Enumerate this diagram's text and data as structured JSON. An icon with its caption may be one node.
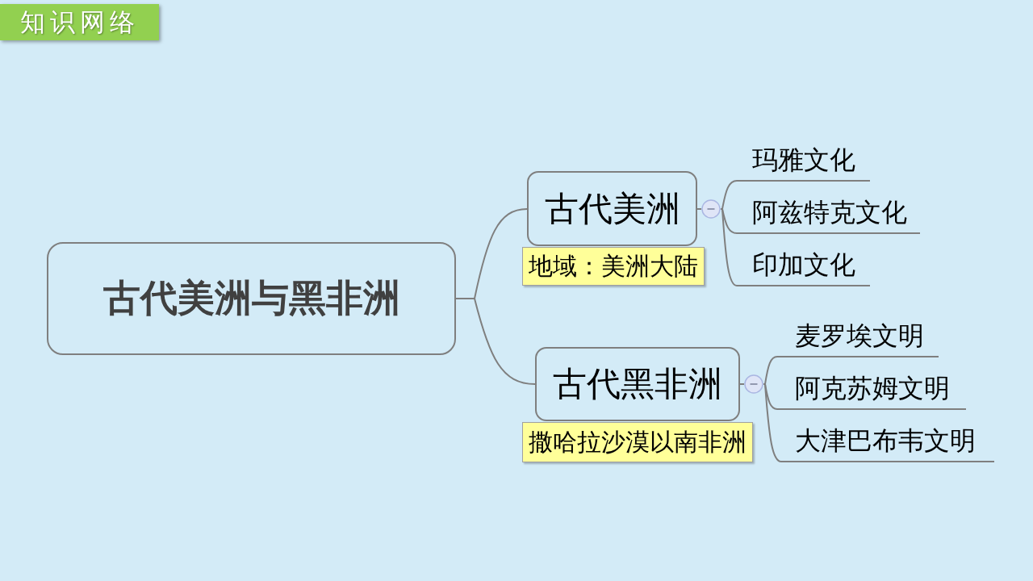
{
  "diagram": {
    "title": "知识网络",
    "nodes": [
      {
        "text": [
          "古代美洲与黑非洲"
        ]
      },
      {
        "text": [
          "古代美洲"
        ],
        "beside": [
          "地域：美洲大陆"
        ]
      },
      {
        "text": [],
        "shape": "circle"
      },
      {
        "text": [
          "玛雅文化"
        ]
      },
      {
        "text": [
          "阿兹特克文化"
        ]
      },
      {
        "text": [
          "印加文化"
        ]
      },
      {
        "text": [
          "古代黑非洲"
        ],
        "beside": [
          "撒哈拉沙漠以南非洲"
        ]
      },
      {
        "text": [],
        "shape": "circle"
      },
      {
        "text": [
          "麦罗埃文明"
        ]
      },
      {
        "text": [
          "阿克苏姆文明"
        ]
      },
      {
        "text": [
          "大津巴布韦文明"
        ]
      }
    ],
    "edges": [
      {
        "from": 0,
        "to": 1,
        "arrow": "none"
      },
      {
        "from": 0,
        "to": 6,
        "arrow": "none"
      },
      {
        "from": 1,
        "to": 2,
        "arrow": "none"
      },
      {
        "from": 2,
        "to": 3,
        "arrow": "none"
      },
      {
        "from": 2,
        "to": 4,
        "arrow": "none"
      },
      {
        "from": 2,
        "to": 5,
        "arrow": "none"
      },
      {
        "from": 6,
        "to": 7,
        "arrow": "none"
      },
      {
        "from": 7,
        "to": 8,
        "arrow": "none"
      },
      {
        "from": 7,
        "to": 9,
        "arrow": "none"
      },
      {
        "from": 7,
        "to": 10,
        "arrow": "none"
      }
    ]
  }
}
